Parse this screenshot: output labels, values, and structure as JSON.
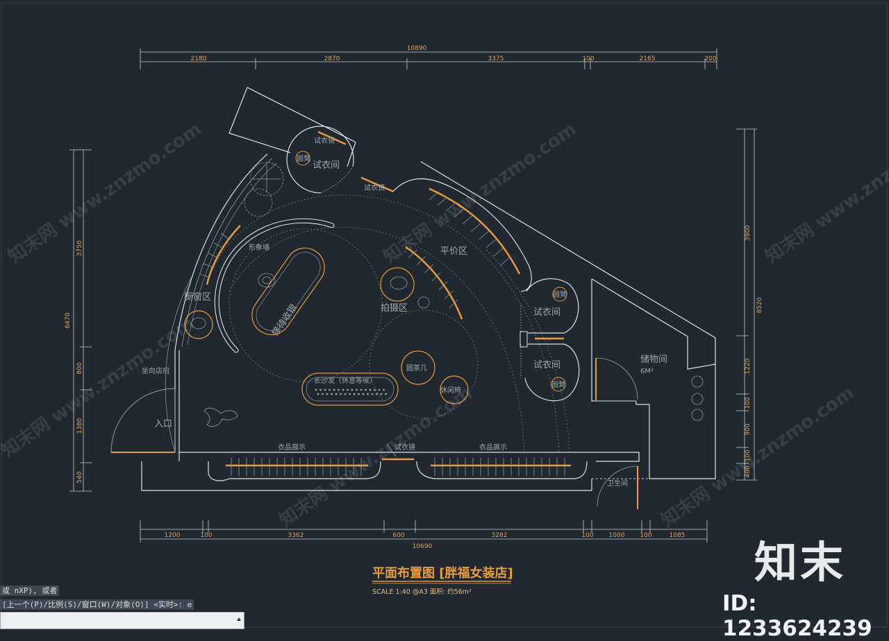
{
  "drawing": {
    "title": "平面布置图 [胖福女装店]",
    "subtitle": "SCALE 1:40 @A3  面积: 约56m²",
    "dims_top": {
      "total": "10890",
      "segments": [
        "2180",
        "2870",
        "3375",
        "100",
        "2165",
        "200"
      ]
    },
    "dims_bottom": {
      "total": "10690",
      "segments": [
        "1200",
        "100",
        "3362",
        "600",
        "3282",
        "100",
        "1000",
        "100",
        "1085"
      ]
    },
    "dims_left": {
      "total": "6470",
      "segments": [
        "3750",
        "800",
        "1380",
        "540"
      ]
    },
    "dims_right": {
      "total": "8520",
      "segments": [
        "3900",
        "1220",
        "100",
        "900",
        "100",
        "400"
      ]
    },
    "labels": {
      "fitting_room_top": "试衣间",
      "mirror_top": "试衣镜",
      "stool_1": "圆凳",
      "mirror_2": "试衣镜",
      "budget_zone": "平价区",
      "image_wall": "形象墙",
      "reception": "接待收银",
      "window_zone": "橱窗区",
      "photo_zone": "拍摄区",
      "fitting_room_r1": "试衣间",
      "stool_r1": "圆凳",
      "fitting_room_r2": "试衣间",
      "stool_r2": "圆凳",
      "storage": "储物间",
      "storage_area": "6M²",
      "street_sign": "坐向店招",
      "tea_table": "圆茶几",
      "lounge_chair": "休闲椅",
      "long_sofa": "长沙发（休息等候）",
      "entrance": "入口",
      "clothes_display_1": "衣品展示",
      "mirror_bottom": "试衣镜",
      "clothes_display_2": "衣品展示",
      "toilet": "卫生间"
    },
    "colors": {
      "background": "#212830",
      "walls": "#dfe3e6",
      "accent": "#e89c3a",
      "dimension": "#d9a25c",
      "furniture": "#8e959c"
    }
  },
  "watermarks": {
    "text": "知末网 www.znzmo.com"
  },
  "command_line": {
    "history_1": "或 nXP), 或者",
    "history_2": "[上一个(P)/比例(S)/窗口(W)/对象(O)] <实时>: e",
    "input_value": ""
  },
  "branding": {
    "logo_text": "知末",
    "id_text": "ID: 1233624239"
  }
}
